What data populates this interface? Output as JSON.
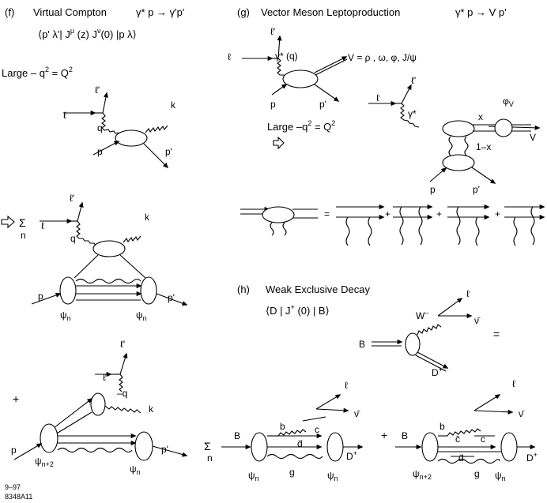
{
  "panel_f": {
    "tag": "(f)",
    "title": "Virtual Compton",
    "reaction": "γ* p → γ'p'",
    "matrix": "⟨p' λ'| J",
    "matrix_mu": "μ",
    "matrix_mid": " (z)  J",
    "matrix_nu": "ν",
    "matrix_end": "(0) |p λ⟩",
    "large_q": "Large – q",
    "q_sup": "2",
    "eq": " =  Q",
    "l": "ℓ",
    "lp": "ℓ'",
    "q": "q",
    "k": "k",
    "p": "p",
    "pp": "p'",
    "sum_n": "n",
    "psi": "ψ",
    "psi_n": "n",
    "psi_n2": "n+2",
    "minus_q": "–q",
    "plus": "+"
  },
  "panel_g": {
    "tag": "(g)",
    "title": "Vector Meson Leptoproduction",
    "reaction": "γ* p → V  p'",
    "gamma_q": "γ* (q)",
    "gamma": "γ*",
    "v_eq": "V = ρ , ω, φ, J/ψ",
    "V": "V",
    "x": "x",
    "one_minus_x": "1–x",
    "phi_v": "φ",
    "phi_sub": "V",
    "large_q": "Large –q",
    "eq": " =  Q",
    "eq_sign": "=",
    "plus": "+"
  },
  "panel_h": {
    "tag": "(h)",
    "title": "Weak Exclusive Decay",
    "matrix": "⟨D | J",
    "matrix_plus": "+",
    "matrix_end": " (0) | B⟩",
    "B": "B",
    "W": "W",
    "W_sup": "–",
    "nu": "ν̄",
    "l": "ℓ",
    "D": "D",
    "D_sup": "+",
    "eq_sign": "=",
    "b": "b",
    "c": "c",
    "cbar": "c̄",
    "dbar": "d̄",
    "g": "g",
    "psi": "ψ",
    "psi_n": "n",
    "psi_n2": "n+2",
    "sum_n": "n",
    "plus": "+"
  },
  "footer": {
    "date": "9–97",
    "code": "8348A11"
  }
}
